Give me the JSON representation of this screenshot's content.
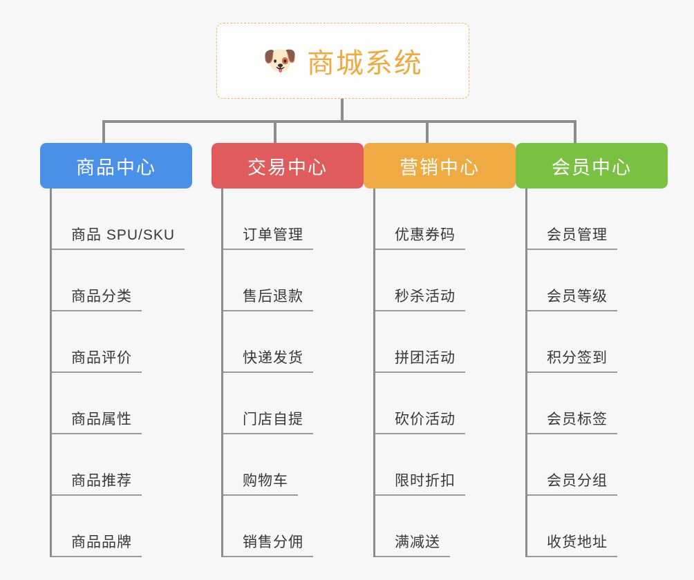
{
  "background_color": "#f7f7f7",
  "connector_color": "#8c8c8c",
  "root": {
    "title": "商城系统",
    "icon": "shiba-dog-face-icon",
    "emoji": "🐶",
    "text_color": "#eeab44",
    "border_color": "#e8bb6a",
    "background": "#fdfdfc"
  },
  "categories": [
    {
      "label": "商品中心",
      "color": "#4a90e8",
      "items": [
        "商品 SPU/SKU",
        "商品分类",
        "商品评价",
        "商品属性",
        "商品推荐",
        "商品品牌"
      ]
    },
    {
      "label": "交易中心",
      "color": "#e05c5c",
      "items": [
        "订单管理",
        "售后退款",
        "快递发货",
        "门店自提",
        "购物车",
        "销售分佣"
      ]
    },
    {
      "label": "营销中心",
      "color": "#eeab44",
      "items": [
        "优惠券码",
        "秒杀活动",
        "拼团活动",
        "砍价活动",
        "限时折扣",
        "满减送"
      ]
    },
    {
      "label": "会员中心",
      "color": "#7ac143",
      "items": [
        "会员管理",
        "会员等级",
        "积分签到",
        "会员标签",
        "会员分组",
        "收货地址"
      ]
    }
  ]
}
